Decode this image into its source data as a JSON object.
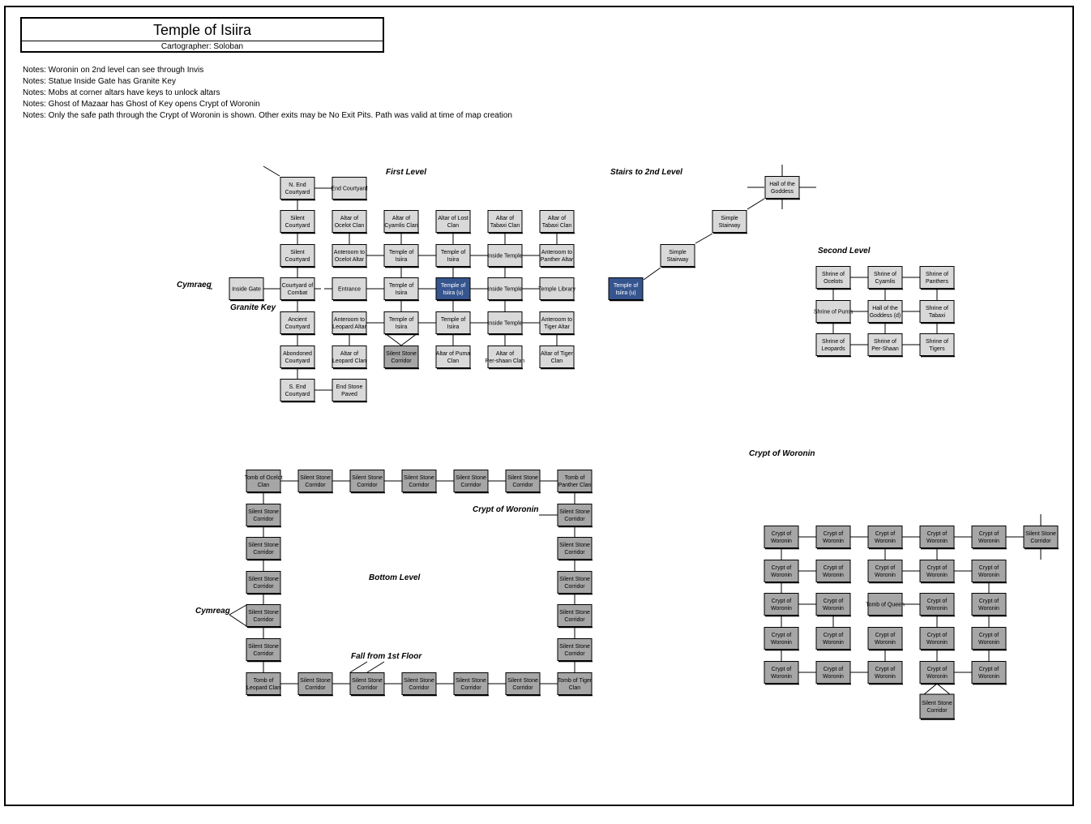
{
  "header": {
    "title": "Temple of Isiira",
    "cartographer": "Cartographer: Soloban"
  },
  "notes": [
    "Notes: Woronin on 2nd level can see through Invis",
    "Notes: Statue Inside Gate has Granite Key",
    "Notes: Mobs at corner altars have keys to unlock altars",
    "Notes: Ghost of Mazaar has Ghost of Key opens Crypt of Woronin",
    "Notes: Only the safe path through the Crypt of Woronin is shown.  Other exits may be No Exit Pits.  Path was valid at time of map creation"
  ],
  "colors": {
    "room_light": "#d9d9d9",
    "room_dark": "#a6a6a6",
    "room_highlight": "#36558f",
    "line": "#000000"
  },
  "sections": {
    "first_level": "First Level",
    "stairs": "Stairs to 2nd Level",
    "second_level": "Second Level",
    "crypt_top": "Crypt of Woronin",
    "bottom_level": "Bottom Level",
    "crypt_entry": "Crypt of Woronin",
    "cymraeg": "Cymraeg",
    "granite_key": "Granite Key",
    "cymreag": "Cymreag",
    "fall": "Fall from 1st Floor"
  },
  "rooms": {
    "first_level": {
      "n_end_courtyard": "N. End Courtyard",
      "end_courtyard": "End Courtyard",
      "silent_courtyard_1": "Silent Courtyard",
      "altar_ocelot": "Altar of Ocelot Clan",
      "altar_cyamlis": "Altar of Cyamlis Clan",
      "altar_lost": "Altar of Lost Clan",
      "altar_tabaxi_1": "Altar of Tabaxi Clan",
      "altar_tabaxi_2": "Altar of Tabaxi Clan",
      "silent_courtyard_2": "Silent Courtyard",
      "anteroom_ocelot": "Anteroom to Ocelot Altar",
      "temple_r2c3": "Temple of Isiira",
      "temple_r2c4": "Temple of Isiira",
      "inside_temple_r2": "Inside Temple",
      "anteroom_panther": "Anteroom to Panther Altar",
      "inside_gate": "Inside Gate",
      "courtyard_combat": "Courtyard of Combat",
      "entrance": "Entrance",
      "temple_r3c3": "Temple of Isiira",
      "temple_up": "Temple of Isiira (u)",
      "inside_temple_r3": "Inside Temple",
      "temple_library": "Temple Library",
      "ancient_courtyard": "Ancient Courtyard",
      "anteroom_leopard": "Anteroom to Leopard Altar",
      "temple_r4c3": "Temple of Isiira",
      "temple_r4c4": "Temple of Isiira",
      "inside_temple_r4": "Inside Temple",
      "anteroom_tiger": "Anteroom to Tiger Altar",
      "abondoned_courtyard": "Abondoned Courtyard",
      "altar_leopard": "Altar of Leopard Clan",
      "silent_stone_corridor": "Silent Stone Corridor",
      "altar_puma": "Altar of Puma Clan",
      "altar_pershaan": "Altar of Per-shaan Clan",
      "altar_tiger": "Altar of Tiger Clan",
      "s_end_courtyard": "S. End Courtyard",
      "end_stone_paved": "End Stone Paved"
    },
    "stairs": {
      "temple_up": "Temple of Isiira (u)",
      "simple_stairway_1": "Simple Stairway",
      "simple_stairway_2": "Simple Stairway",
      "hall_goddess": "Hall of the Goddess"
    },
    "second_level": {
      "shrine_ocelots": "Shrine of Ocelots",
      "shrine_cyamlis": "Shrine of Cyamlis",
      "shrine_panthers": "Shrine of Panthers",
      "shrine_puma": "Shrine of Puma",
      "hall_goddess_d": "Hall of the Goddess (d)",
      "shrine_tabaxi": "Shrine of Tabaxi",
      "shrine_leopards": "Shrine of Leopards",
      "shrine_pershaan": "Shrine of Per-Shaan",
      "shrine_tigers": "Shrine of Tigers"
    },
    "bottom_level": {
      "tomb_ocelot": "Tomb of Ocelot Clan",
      "tomb_panther": "Tomb of Panther Clan",
      "tomb_leopard": "Tomb of Leopard Clan",
      "tomb_tiger": "Tomb of Tiger Clan",
      "corridor": "Silent Stone Corridor"
    },
    "crypt": {
      "crypt": "Crypt of Woronin",
      "tomb_queen": "Tomb of Queen",
      "silent_corridor": "Silent Stone Corridor",
      "silent_corridor_bottom": "Silent Stone Corridor"
    }
  }
}
